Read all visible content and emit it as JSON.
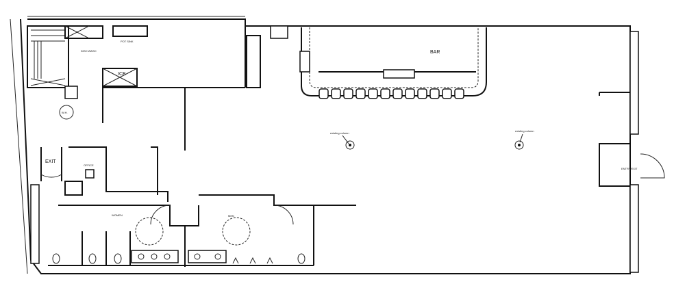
{
  "plan": {
    "rooms": {
      "bar": "BAR",
      "dish_wash": "DISH WASH",
      "pot_sink": "POT SINK",
      "ice": "ICE",
      "water_heater": "W.H.",
      "exit": "EXIT",
      "office": "OFFICE",
      "women": "WOMEN",
      "men": "MEN",
      "entry_exit": "ENTRY/EXIT"
    },
    "notes": {
      "column_1": "existing column",
      "column_2": "existing column"
    }
  }
}
